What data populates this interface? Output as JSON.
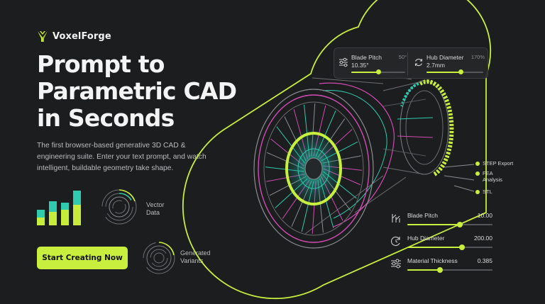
{
  "brand": {
    "name": "VoxelForge",
    "logo_icon": "voxel-leaf-logo-icon"
  },
  "hero": {
    "title_lines": [
      "Prompt to",
      "Parametric CAD",
      "in Seconds"
    ],
    "description": "The first browser-based generative 3D CAD & engineering suite. Enter your text prompt, and watch intelligent, buildable geometry take shape."
  },
  "features": {
    "vector_label": [
      "Vector",
      "Data"
    ],
    "variants_label": [
      "Generated",
      "Variants"
    ],
    "bar_icon": "bar-chart-icon",
    "bars": [
      {
        "total": 0.42,
        "accent": 0.22
      },
      {
        "total": 0.66,
        "accent": 0.36
      },
      {
        "total": 0.62,
        "accent": 0.42
      },
      {
        "total": 0.94,
        "accent": 0.56
      }
    ]
  },
  "cta": {
    "label": "Start Creating Now"
  },
  "top_params": [
    {
      "label": "Blade Pitch",
      "value": "10.35°",
      "pct": "50°",
      "icon": "sliders-icon",
      "level": 0.5
    },
    {
      "label": "Hub Diameter",
      "value": "2.7mm",
      "pct": "170%",
      "icon": "refresh-icon",
      "level": 0.6
    }
  ],
  "exports": [
    "STEP Export",
    "FEA Analysis",
    "STL"
  ],
  "params": [
    {
      "label": "Blade Pitch",
      "value": "10.00",
      "icon": "pitch-icon",
      "level": 0.62
    },
    {
      "label": "Hub Diameter",
      "value": "200.00",
      "icon": "rotate-icon",
      "level": 0.64
    },
    {
      "label": "Material Thickness",
      "value": "0.385",
      "icon": "sliders-icon",
      "level": 0.38
    }
  ],
  "colors": {
    "accent": "#c8ee3e",
    "teal": "#2ecbae",
    "magenta": "#d14bb3",
    "background": "#1c1d1f"
  }
}
